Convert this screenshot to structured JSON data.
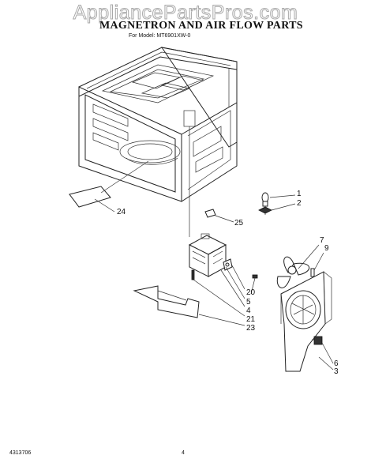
{
  "watermark": "AppliancePartsPros.com",
  "title": "MAGNETRON AND AIR FLOW PARTS",
  "model_line": "For Model: MT6901XW-0",
  "callouts": [
    "1",
    "2",
    "24",
    "25",
    "7",
    "9",
    "20",
    "5",
    "4",
    "21",
    "23",
    "6",
    "3"
  ],
  "footer": {
    "doc_number": "4313706",
    "page_number": "4"
  }
}
